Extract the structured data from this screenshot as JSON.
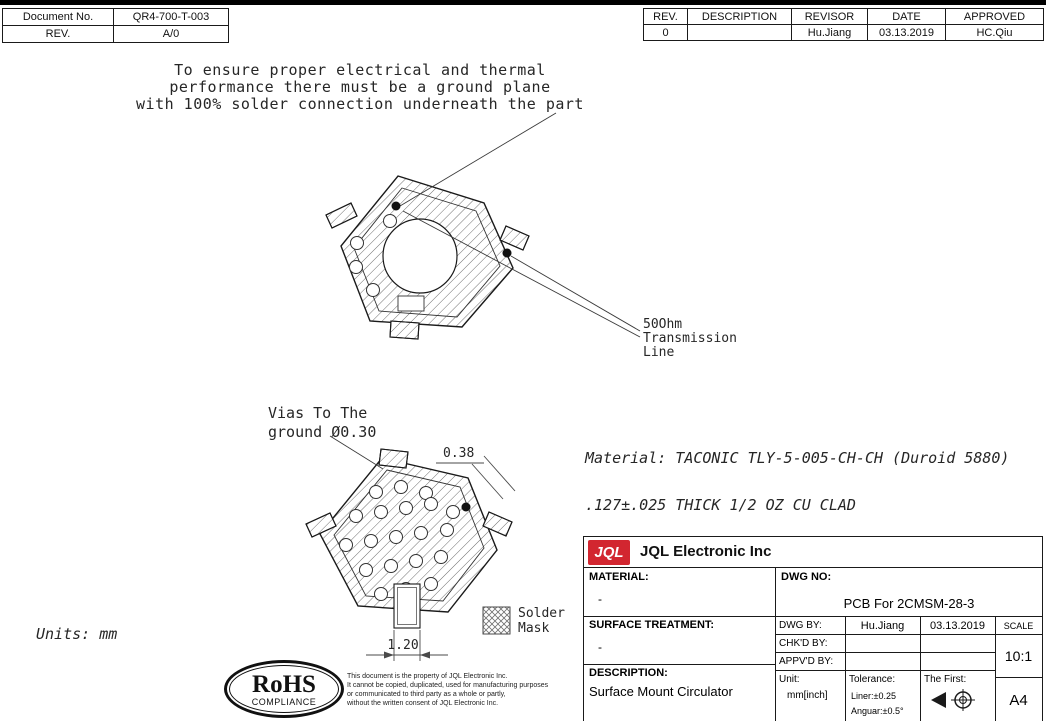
{
  "doc_info": {
    "document_no_label": "Document No.",
    "document_no_value": "QR4-700-T-003",
    "rev_label": "REV.",
    "rev_value": "A/0"
  },
  "revision_table": {
    "headers": [
      "REV.",
      "DESCRIPTION",
      "REVISOR",
      "DATE",
      "APPROVED"
    ],
    "row": {
      "rev": "0",
      "description": "",
      "revisor": "Hu.Jiang",
      "date": "03.13.2019",
      "approved": "HC.Qiu"
    }
  },
  "drawing": {
    "ground_note": "To ensure proper electrical and thermal\nperformance there must be a ground plane\nwith 100% solder connection underneath the part",
    "transmission_note": "50Ohm\nTransmission\nLine",
    "vias_note": "Vias To The\nground Ø0.30",
    "dim_trace_width": "0.38",
    "dim_pad_width": "1.20",
    "material_line1": "Material: TACONIC TLY-5-005-CH-CH (Duroid 5880)",
    "material_line2": ".127±.025 THICK 1/2 OZ CU CLAD",
    "units_note": "Units: mm",
    "solder_mask_label": "Solder\nMask"
  },
  "title_block": {
    "logo_text": "JQL",
    "company_name": "JQL Electronic Inc",
    "material_label": "MATERIAL:",
    "material_value": "-",
    "surface_label": "SURFACE TREATMENT:",
    "surface_value": "-",
    "description_label": "DESCRIPTION:",
    "description_value": "Surface Mount Circulator",
    "dwg_no_label": "DWG NO:",
    "dwg_no_value": "PCB For 2CMSM-28-3",
    "dwg_by_label": "DWG BY:",
    "dwg_by_value": "Hu.Jiang",
    "dwg_date": "03.13.2019",
    "chkd_by_label": "CHK'D BY:",
    "appvd_by_label": "APPV'D BY:",
    "scale_label": "SCALE",
    "scale_value": "10:1",
    "unit_label": "Unit:",
    "unit_value": "mm[inch]",
    "tolerance_label": "Tolerance:",
    "tolerance_linear": "Liner:±0.25",
    "tolerance_angular": "Anguar:±0.5°",
    "first_angle_label": "The First:",
    "paper_size": "A4",
    "brand_red": "#d22630"
  },
  "footer": {
    "rohs_title": "RoHS",
    "rohs_subtitle": "COMPLIANCE",
    "legal_text": "This document is the property of JQL Electronic Inc.\nIt cannot be copied, duplicated, used for manufacturing purposes\nor communicated to third party as a whole or partly,\nwithout the written consent of JQL Electronic Inc."
  }
}
